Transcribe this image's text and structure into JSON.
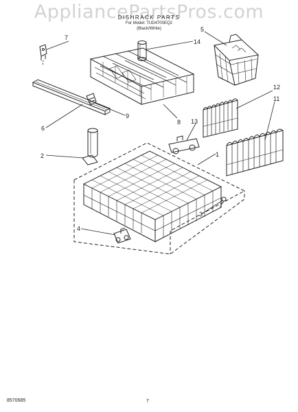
{
  "watermark": "AppliancePartsPros.com",
  "header": {
    "title": "DISHRACK PARTS",
    "model_line": "For Model: TUD4700EQ2",
    "color_line": "(Black/White)"
  },
  "footer": {
    "code": "8570685",
    "page": "7"
  },
  "callouts": [
    "1",
    "2",
    "3",
    "4",
    "5",
    "6",
    "7",
    "8",
    "9",
    "11",
    "12",
    "13",
    "14"
  ],
  "colors": {
    "ink": "#222222",
    "watermark": "#d2d2d2"
  }
}
